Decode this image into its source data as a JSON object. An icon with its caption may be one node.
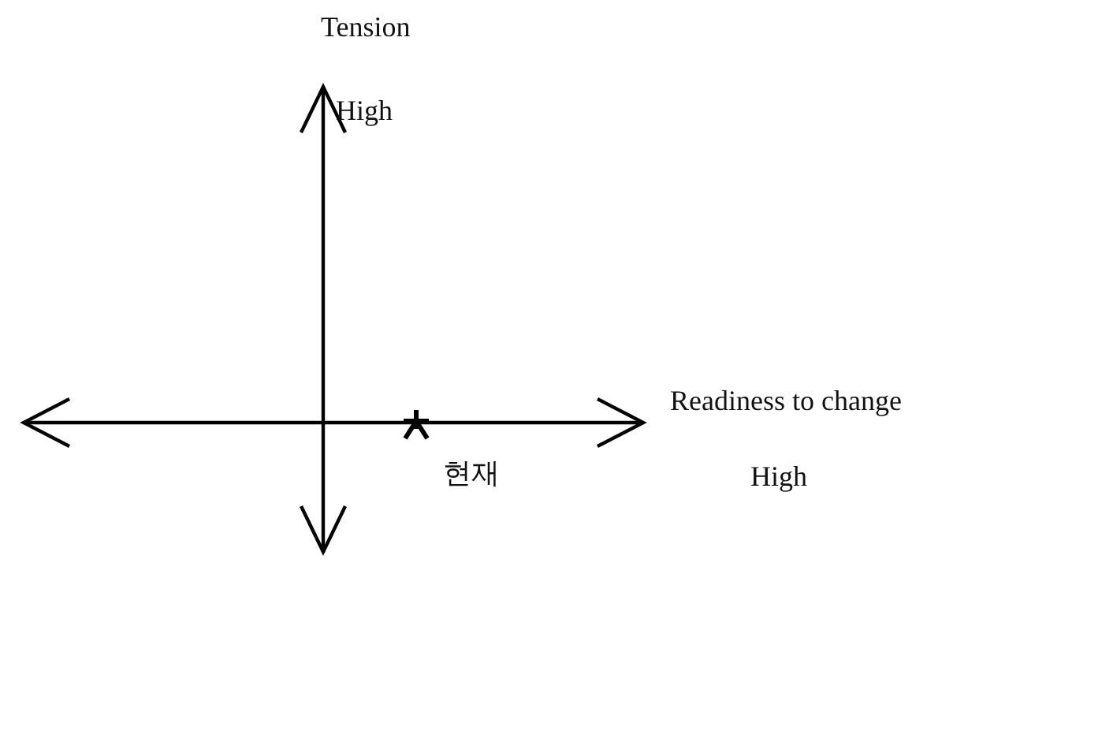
{
  "diagram": {
    "labels": [
      "Tension",
      "High",
      "Readiness to change",
      "현재",
      "High"
    ]
  }
}
